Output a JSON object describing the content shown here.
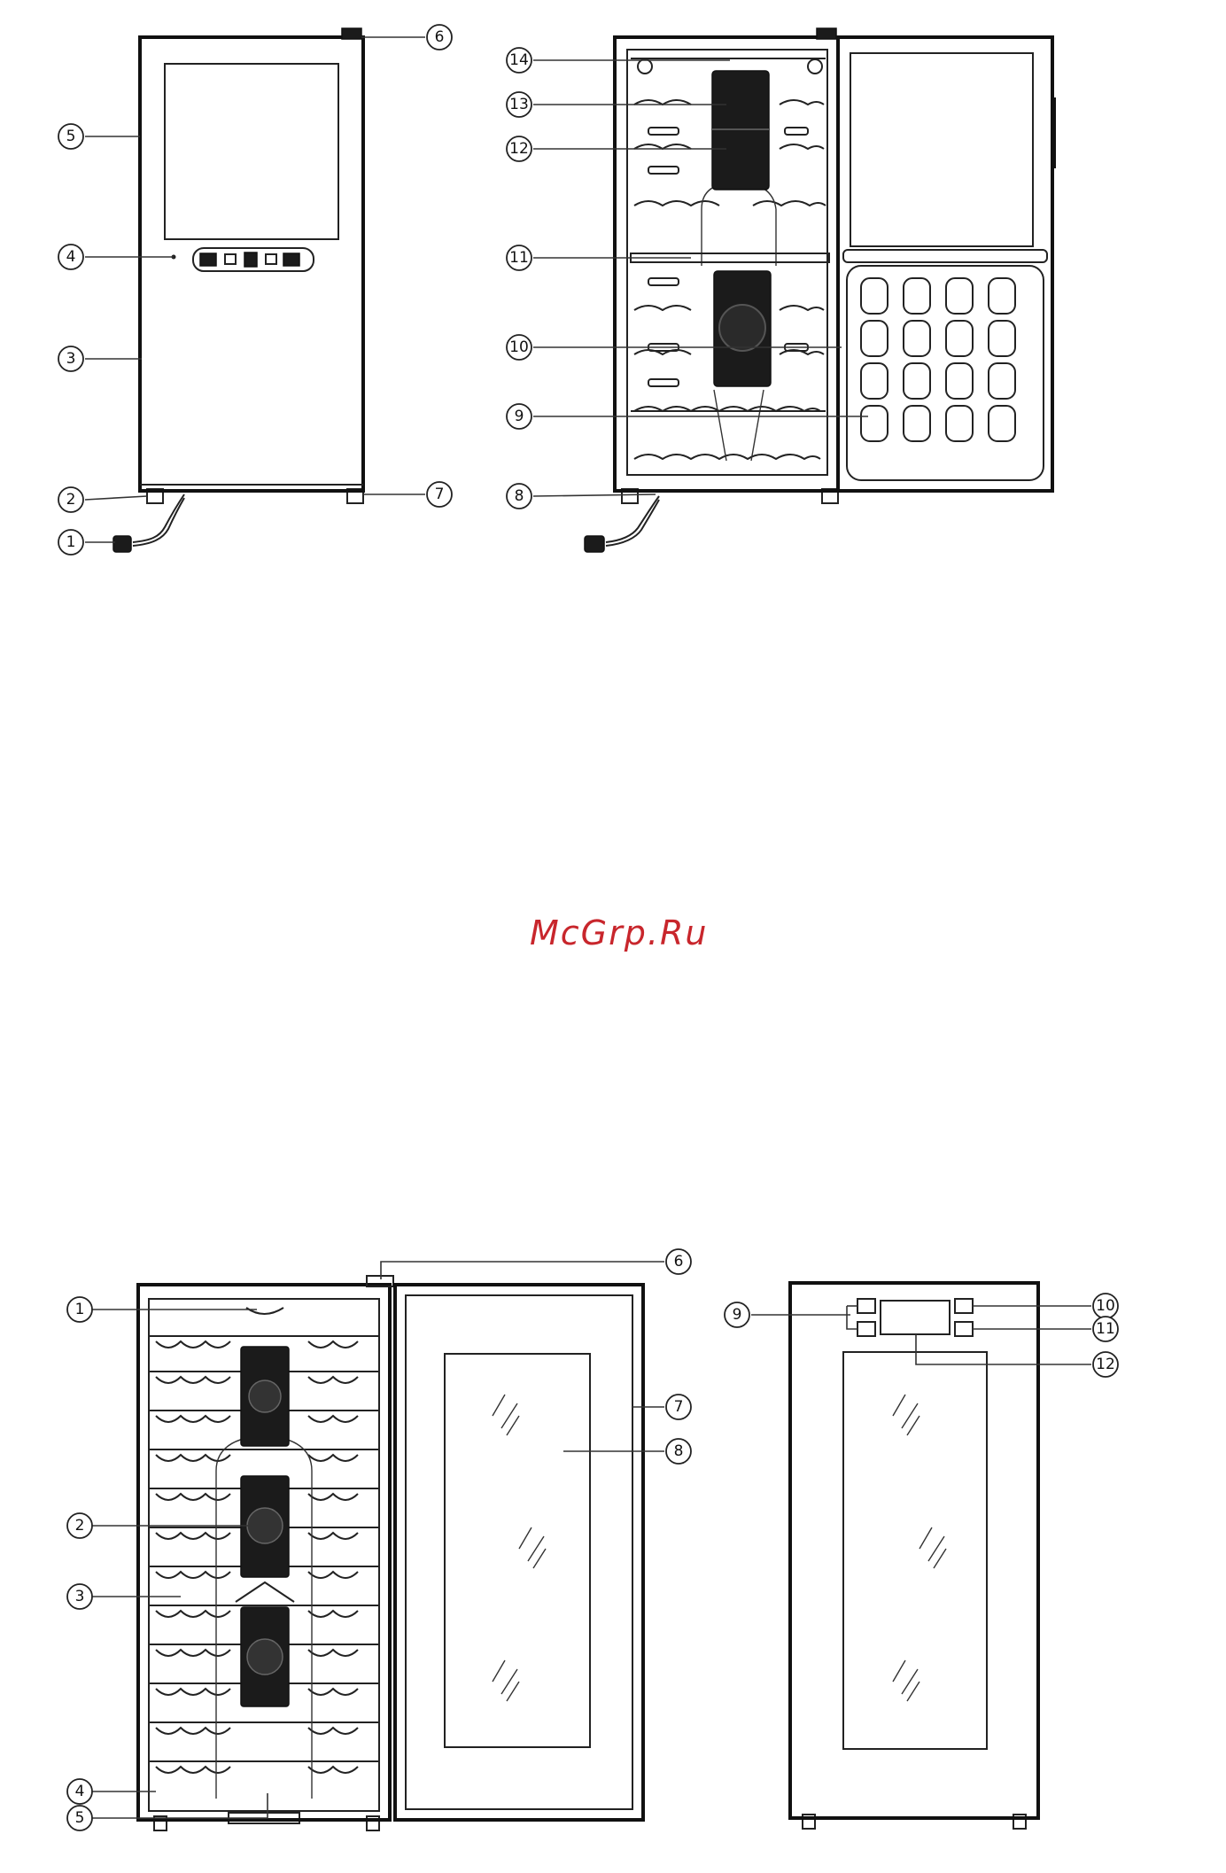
{
  "watermark": "McGrp.Ru",
  "figure_top_closed_callouts": [
    "1",
    "2",
    "3",
    "4",
    "5",
    "6",
    "7"
  ],
  "figure_top_open_callouts": [
    "8",
    "9",
    "10",
    "11",
    "12",
    "13",
    "14"
  ],
  "figure_bottom_open_callouts": [
    "1",
    "2",
    "3",
    "4",
    "5",
    "6",
    "7",
    "8"
  ],
  "figure_bottom_front_callouts": [
    "9",
    "10",
    "11",
    "12"
  ]
}
